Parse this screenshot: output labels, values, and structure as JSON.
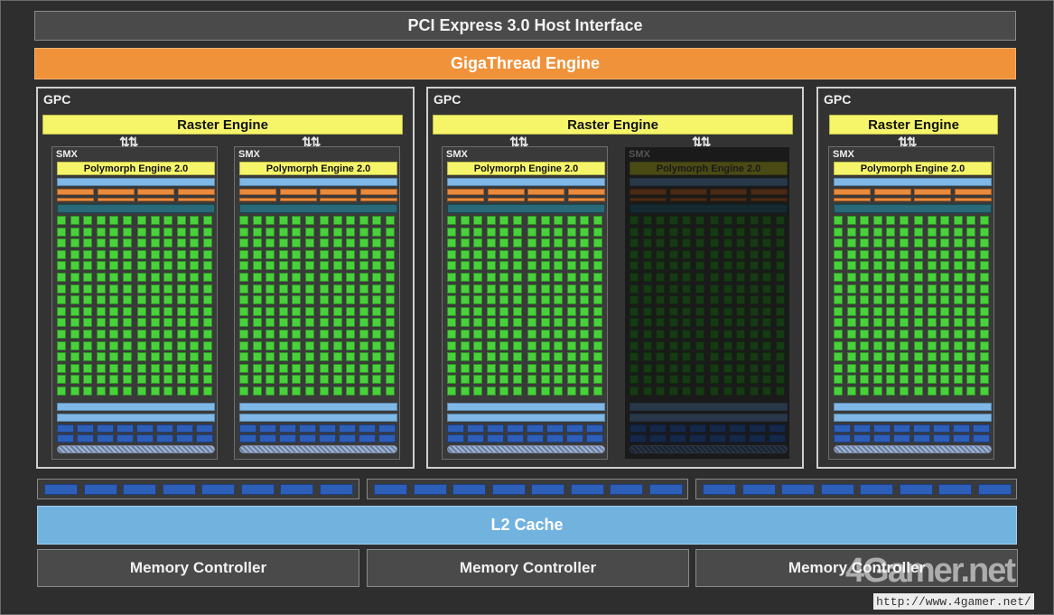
{
  "top": {
    "pci": "PCI Express 3.0 Host Interface",
    "giga": "GigaThread Engine"
  },
  "gpcs": [
    {
      "label": "GPC",
      "raster": "Raster Engine"
    },
    {
      "label": "GPC",
      "raster": "Raster Engine"
    },
    {
      "label": "GPC",
      "raster": "Raster Engine"
    }
  ],
  "smx": [
    {
      "label": "SMX",
      "poly": "Polymorph Engine 2.0",
      "disabled": false
    },
    {
      "label": "SMX",
      "poly": "Polymorph Engine 2.0",
      "disabled": false
    },
    {
      "label": "SMX",
      "poly": "Polymorph Engine 2.0",
      "disabled": false
    },
    {
      "label": "SMX",
      "poly": "Polymorph Engine 2.0",
      "disabled": true
    },
    {
      "label": "SMX",
      "poly": "Polymorph Engine 2.0",
      "disabled": false
    }
  ],
  "cache": {
    "l2": "L2 Cache"
  },
  "memory": {
    "controllers": [
      "Memory Controller",
      "Memory Controller",
      "Memory Controller"
    ]
  },
  "watermark": {
    "logo": "4Gamer.net",
    "url": "http://www.4gamer.net/"
  },
  "colors": {
    "gigathread": "#f0923a",
    "raster": "#f6f56a",
    "core": "#49d13c",
    "l2": "#72b2df"
  }
}
